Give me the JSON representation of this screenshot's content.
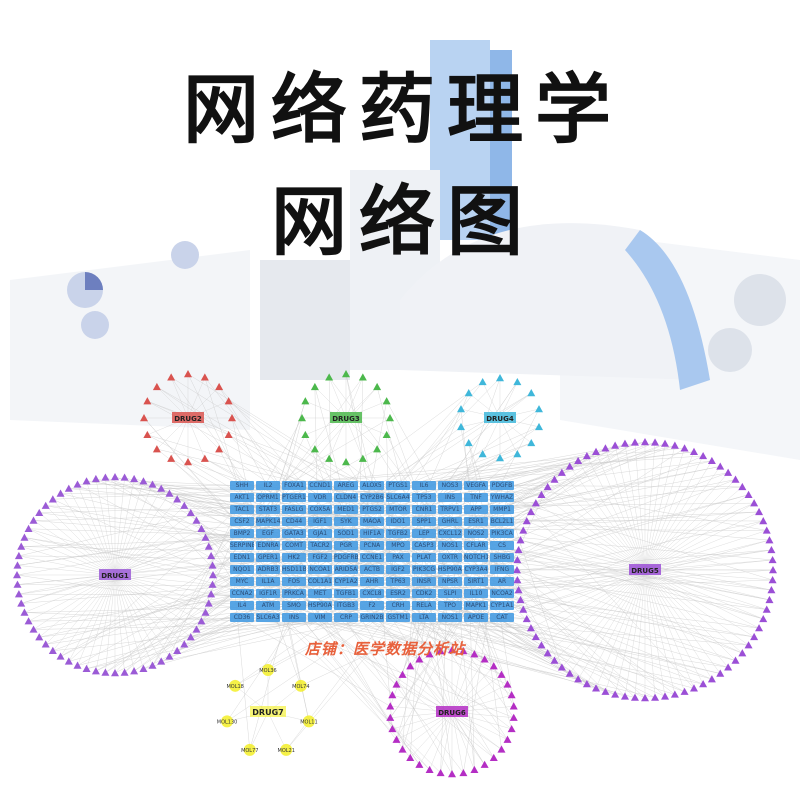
{
  "title": {
    "line1": "网络药理学",
    "line2": "网络图"
  },
  "watermark": "店铺：医学数据分析站",
  "colors": {
    "drug1": "#9b5bd6",
    "drug2": "#d9534f",
    "drug3": "#4cb84c",
    "drug4": "#3fb7da",
    "drug5": "#9b4fd6",
    "drug6": "#b42ec4",
    "drug7": "#f2ee1a",
    "target": "#4a9ee3"
  },
  "drugs": [
    {
      "label": "DRUG1"
    },
    {
      "label": "DRUG2"
    },
    {
      "label": "DRUG3"
    },
    {
      "label": "DRUG4"
    },
    {
      "label": "DRUG5"
    },
    {
      "label": "DRUG6"
    },
    {
      "label": "DRUG7"
    }
  ],
  "drug7_molecules": [
    "MOL36",
    "MOL74",
    "MOL11",
    "MOL21",
    "MOL77",
    "MOL130",
    "MOL18"
  ],
  "targets": [
    "SHH",
    "IL2",
    "FOXA1",
    "CCND1",
    "AREG",
    "ALOX5",
    "PTGS1",
    "IL6",
    "NOS3",
    "VEGFA",
    "PDGFB",
    "AKT1",
    "OPRM1",
    "PTGER1",
    "VDR",
    "CLDN4",
    "CYP2B6",
    "SLC6A4",
    "TP53",
    "INS",
    "TNF",
    "YWHAZ",
    "TAC1",
    "STAT3",
    "FASLG",
    "COX5A",
    "MED1",
    "PTGS2",
    "MTOR",
    "CNR1",
    "TRPV1",
    "APP",
    "MMP1",
    "CSF2",
    "MAPK14",
    "CD44",
    "IGF1",
    "SYK",
    "MAOA",
    "IDO1",
    "SPP1",
    "GHRL",
    "ESR1",
    "BCL2L1",
    "BMP2",
    "EGF",
    "GATA3",
    "GJA1",
    "SOD1",
    "HIF1A",
    "TGFB2",
    "LEP",
    "CXCL12",
    "NOS2",
    "PIK3CA",
    "SERPINE1",
    "EDNRA",
    "COMT",
    "TACR2",
    "PGR",
    "PCNA",
    "MPO",
    "CASP3",
    "NOS1",
    "CFLAR",
    "CS",
    "EDN1",
    "GPER1",
    "HK2",
    "FGF2",
    "PDGFRB",
    "CCNE1",
    "PAX",
    "PLAT",
    "OXTR",
    "NOTCH1",
    "SHBG",
    "NQO1",
    "ADRB3",
    "HSD11B1",
    "NCOA1",
    "ARID5A",
    "ACTB",
    "IGF2",
    "PIK3CG",
    "HSP90AB1",
    "CYP3A4",
    "IFNG",
    "MYC",
    "IL1A",
    "FOS",
    "COL1A1",
    "CYP1A2",
    "AHR",
    "TP63",
    "INSR",
    "NPSR",
    "SIRT1",
    "AR",
    "CCNA2",
    "IGF1R",
    "PRKCA",
    "MET",
    "TGFB1",
    "CXCL8",
    "ESR2",
    "CDK2",
    "SLPI",
    "IL10",
    "NCOA2",
    "IL4",
    "ATM",
    "SMO",
    "HSP90AA1",
    "ITGB3",
    "F2",
    "CRH",
    "RELA",
    "TPO",
    "MAPK1",
    "CYP1A1",
    "CD36",
    "SLC6A3",
    "INS",
    "VIM",
    "CRP",
    "GRIN2B",
    "GSTM1",
    "LTA",
    "NOS1",
    "APOE",
    "CAT"
  ]
}
